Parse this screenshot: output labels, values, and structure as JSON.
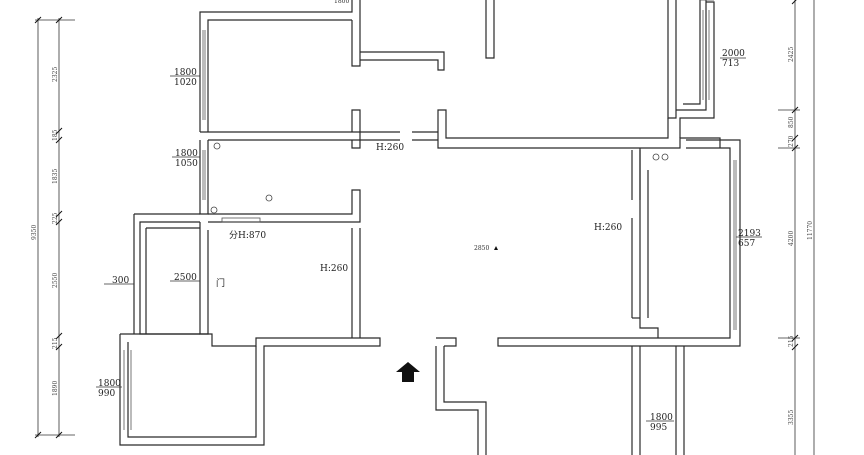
{
  "labels": {
    "top_partial": "1800",
    "w1_top": "1800",
    "w1_bot": "1020",
    "w2_top": "1800",
    "w2_bot": "1050",
    "w3_top": "2000",
    "w3_bot": "713",
    "w4_top": "2193",
    "w4_bot": "657",
    "w5_top": "1800",
    "w5_bot": "990",
    "w6_top": "1800",
    "w6_bot": "995",
    "h_upper": "H:260",
    "h_left": "H:260",
    "h_right": "H:260",
    "fen_h": "分H:870",
    "men": "门",
    "dim_300": "300",
    "dim_2500": "2500",
    "floor_mark": "2850"
  },
  "left_dims": {
    "overall": "9350",
    "segments": [
      "2325",
      "185",
      "1835",
      "225",
      "2550",
      "215",
      "1890"
    ]
  },
  "right_dims": {
    "overall": "11770",
    "segments": [
      "2425",
      "850",
      "270",
      "4200",
      "215",
      "3355"
    ]
  }
}
